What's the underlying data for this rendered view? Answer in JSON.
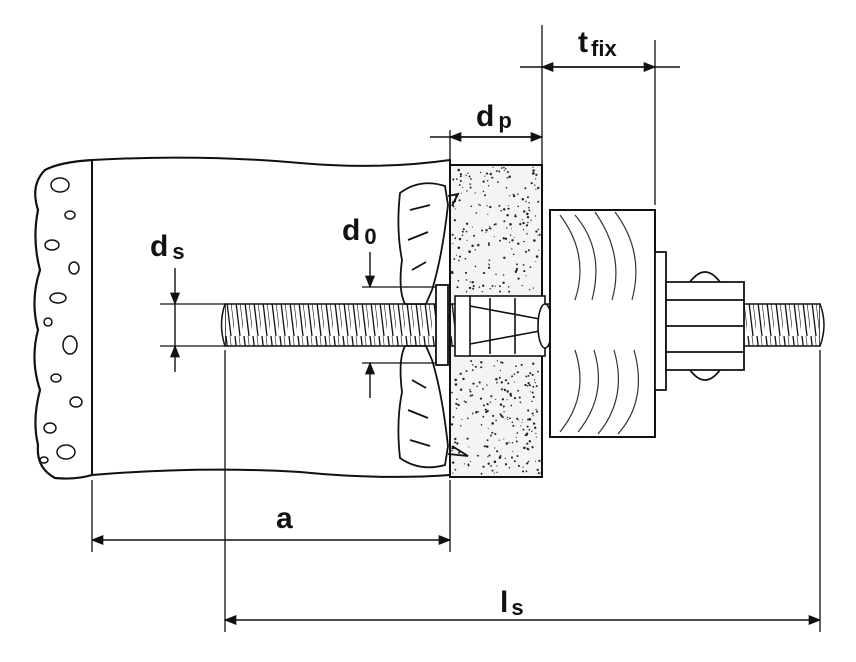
{
  "labels": {
    "t_fix": {
      "main": "t",
      "sub": "fix"
    },
    "d_p": {
      "main": "d",
      "sub": "p"
    },
    "d_s": {
      "main": "d",
      "sub": "s"
    },
    "d_0": {
      "main": "d",
      "sub": "0"
    },
    "a": {
      "main": "a"
    },
    "l_s": {
      "main": "l",
      "sub": "s"
    }
  },
  "colors": {
    "ink": "#111111",
    "paper": "#ffffff",
    "wood_grain": "#333333"
  }
}
